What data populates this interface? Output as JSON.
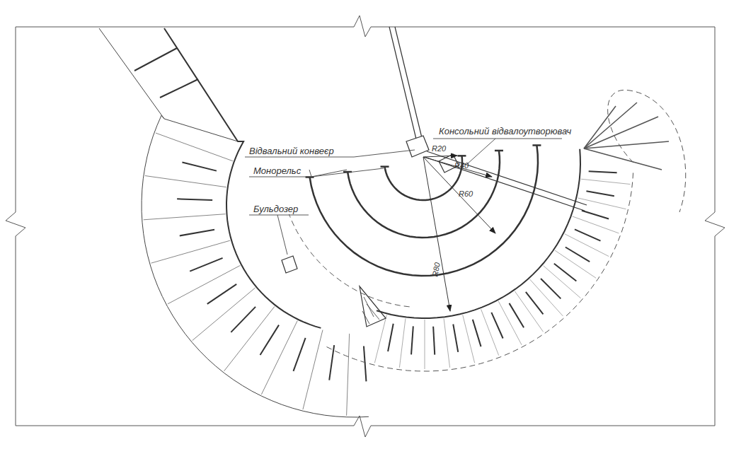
{
  "diagram": {
    "labels": [
      "Консольний відвалоутворювач",
      "Відвальний конвеєр",
      "Монорельс",
      "Бульдозер",
      "R20",
      "R40",
      "R60",
      "R80"
    ]
  }
}
